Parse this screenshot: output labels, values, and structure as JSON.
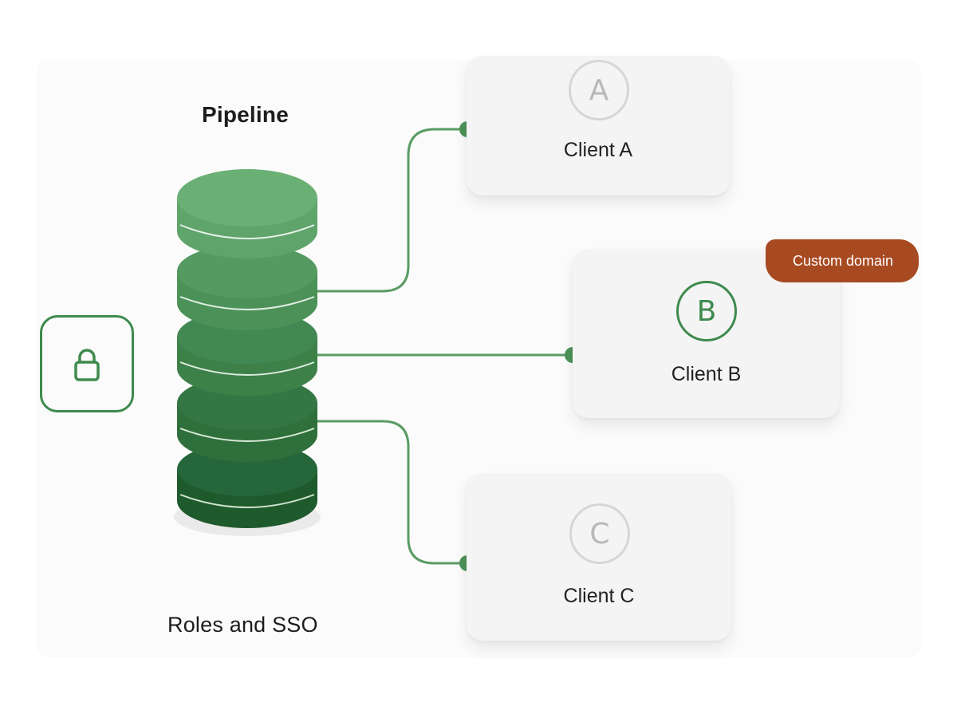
{
  "diagram": {
    "title": "Pipeline",
    "footer_label": "Roles and SSO",
    "stack_layers": 5,
    "icons": {
      "lock": "lock-icon",
      "stack": "database-stack-icon"
    },
    "colors": {
      "primary_green": "#3f8a4e",
      "tag_orange": "#a74a22",
      "muted_gray": "#b8b8b8",
      "stack_greens": [
        "#6aaf74",
        "#4c9258",
        "#3d8149",
        "#2f6f3b",
        "#1f5a2c"
      ]
    },
    "clients": [
      {
        "initial": "A",
        "label": "Client A",
        "state": "inactive"
      },
      {
        "initial": "B",
        "label": "Client B",
        "state": "active"
      },
      {
        "initial": "C",
        "label": "Client C",
        "state": "inactive"
      }
    ],
    "tag": "Custom domain"
  }
}
